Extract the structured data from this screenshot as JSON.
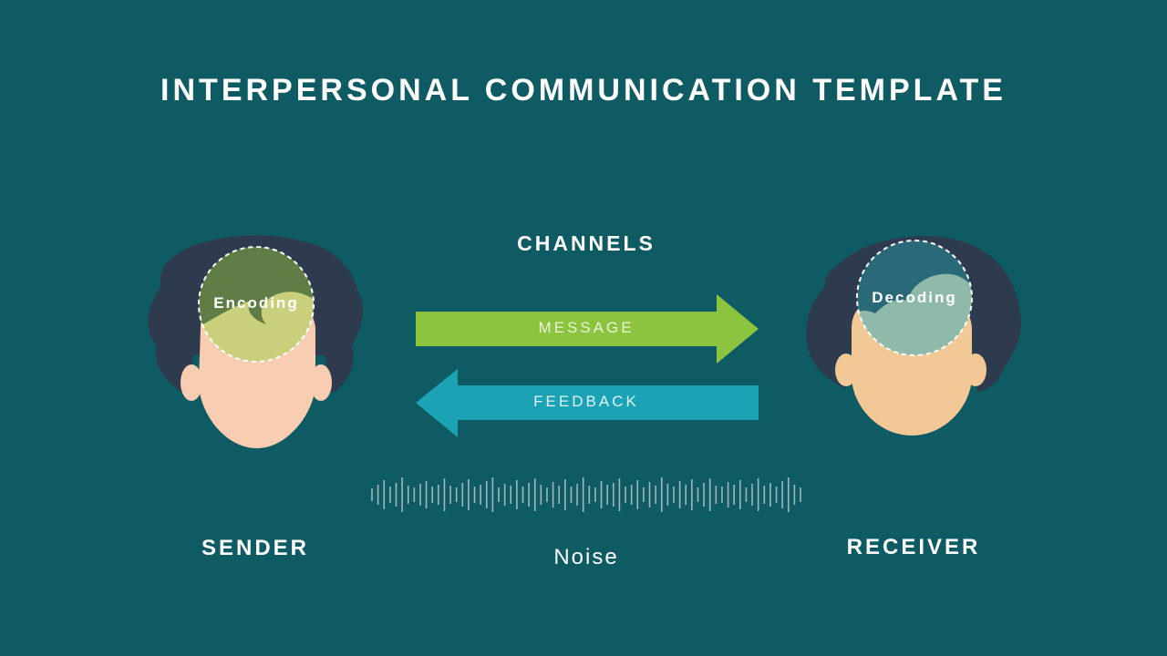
{
  "title": "INTERPERSONAL COMMUNICATION TEMPLATE",
  "channels_label": "CHANNELS",
  "message_label": "MESSAGE",
  "feedback_label": "FEEDBACK",
  "encoding_label": "Encoding",
  "decoding_label": "Decoding",
  "sender_label": "SENDER",
  "receiver_label": "RECEIVER",
  "noise_label": "Noise",
  "colors": {
    "background": "#0f5b63",
    "hair": "#2e3b4e",
    "sender_skin": "#f8cdb1",
    "receiver_skin": "#f2c896",
    "encoding_fill": "#c9cf7a",
    "encoding_top": "#5f7d44",
    "decoding_fill": "#8fb9a8",
    "decoding_top": "#2a6a78",
    "message_arrow": "#8dc43f",
    "feedback_arrow": "#1ca2b5",
    "noise_bars": "#9fb6bf"
  }
}
